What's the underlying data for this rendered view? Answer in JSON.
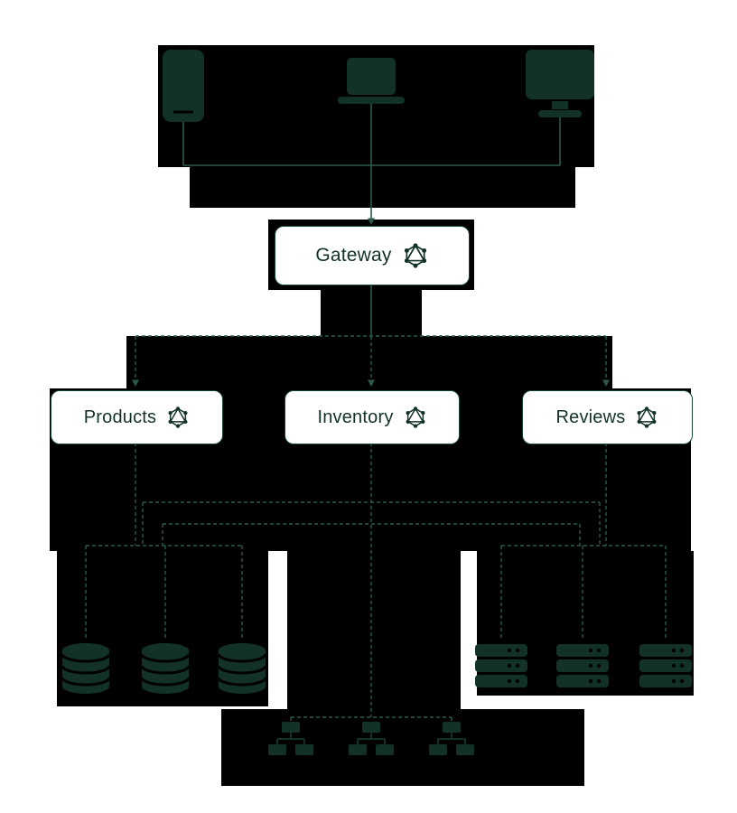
{
  "diagram": {
    "gateway": {
      "label": "Gateway",
      "icon": "graphql-icon"
    },
    "services": [
      {
        "label": "Products",
        "icon": "graphql-icon"
      },
      {
        "label": "Inventory",
        "icon": "graphql-icon"
      },
      {
        "label": "Reviews",
        "icon": "graphql-icon"
      }
    ],
    "clients": [
      {
        "name": "tablet"
      },
      {
        "name": "laptop"
      },
      {
        "name": "desktop"
      }
    ],
    "backends": [
      {
        "name": "databases",
        "count": 3
      },
      {
        "name": "servers",
        "count": 3
      },
      {
        "name": "network-switches",
        "count": 3
      }
    ],
    "colors": {
      "ink": "#123229",
      "line": "#2b5a4d",
      "box_border": "#16463a",
      "panel": "#000000",
      "background": "#ffffff"
    }
  }
}
